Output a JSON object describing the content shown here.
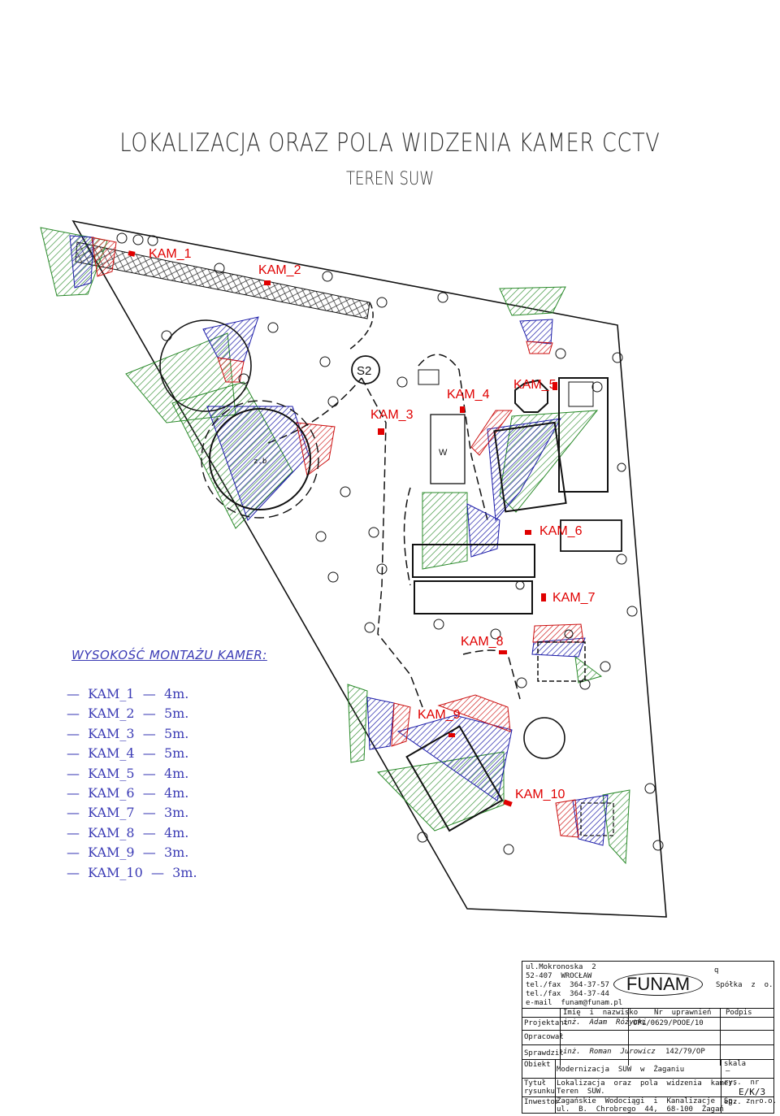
{
  "title": "LOKALIZACJA ORAZ POLA WIDZENIA KAMER CCTV",
  "subtitle": "TEREN SUW",
  "colors": {
    "camera": "#e00000",
    "blue": "#1a1aa8",
    "green": "#2a8a2a",
    "red": "#cc1010",
    "legend": "#3b3bb5"
  },
  "plan": {
    "s2_label": "S2",
    "zb_label": "z.b",
    "w_label": "W"
  },
  "cameras": [
    {
      "id": "KAM_1"
    },
    {
      "id": "KAM_2"
    },
    {
      "id": "KAM_3"
    },
    {
      "id": "KAM_4"
    },
    {
      "id": "KAM_5"
    },
    {
      "id": "KAM_6"
    },
    {
      "id": "KAM_7"
    },
    {
      "id": "KAM_8"
    },
    {
      "id": "KAM_9"
    },
    {
      "id": "KAM_10"
    }
  ],
  "legend": {
    "heading": "WYSOKOŚĆ MONTAŻU KAMER:",
    "items": [
      "—  KAM_1  —  4m.",
      "—  KAM_2  —  5m.",
      "—  KAM_3  —  5m.",
      "—  KAM_4  —  5m.",
      "—  KAM_5  —  4m.",
      "—  KAM_6  —  4m.",
      "—  KAM_7  —  3m.",
      "—  KAM_8  —  4m.",
      "—  KAM_9  —  3m.",
      "—  KAM_10  —  3m."
    ]
  },
  "title_block": {
    "address1": "ul.Mokronoska  2",
    "address2": "52-407  WROCŁAW",
    "tel1": "tel./fax  364-37-57",
    "tel2": "tel./fax  364-37-44",
    "email": "e-mail  funam@funam.pl",
    "logo": "FUNAM",
    "q": "q",
    "company": "Spółka  z  o.  o.",
    "col_name": "Imię  i  nazwisko",
    "col_license": "Nr  uprawnień",
    "col_sign": "Podpis",
    "projektant_label": "Projektant",
    "projektant_name": "inż.  Adam  Różycki",
    "projektant_license": "OPL/0629/POOE/10",
    "opracowal_label": "Opracował",
    "sprawdzil_label": "Sprawdził",
    "sprawdzil_name": "inż.  Roman  Jurowicz",
    "sprawdzil_license": "142/79/OP",
    "obiekt_label": "Obiekt",
    "obiekt_value": "Modernizacja  SUW  w  Żaganiu",
    "skala_label": "skala",
    "skala_value": "—",
    "tytul_label": "Tytuł",
    "rysunku_label": "rysunku",
    "tytul_value1": "Lokalizacja  oraz  pola  widzenia  kamer.",
    "tytul_value2": "Teren  SUW.",
    "rys_nr_label": "rys.  nr",
    "rys_nr_value": "E/K/3",
    "inwestor_label": "Inwestor",
    "inwestor_value1": "Żagańskie  Wodociągi  i  Kanalizacje  Sp.  z  o.o.",
    "inwestor_value2": "ul.  B.  Chrobrego  44,  68-100  Żagań",
    "egz_label": "egz.  nr"
  }
}
